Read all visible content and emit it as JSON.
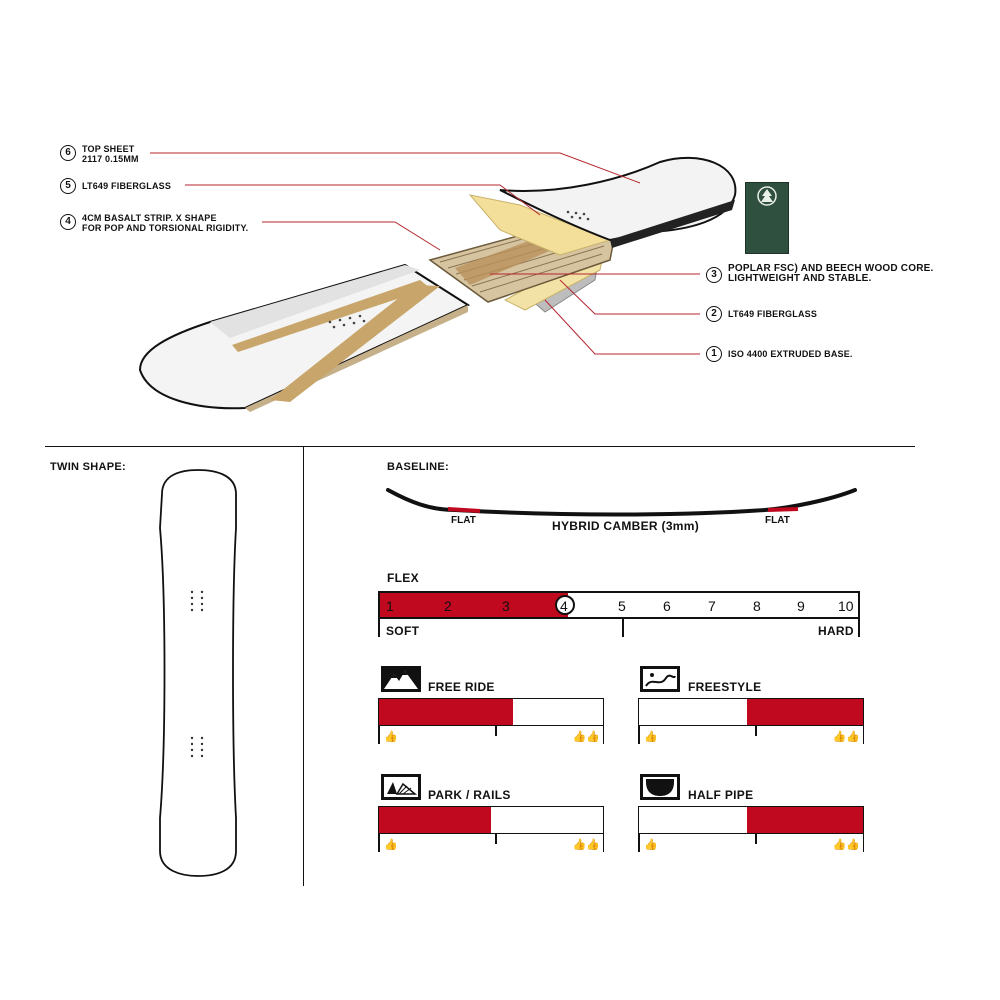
{
  "layers": [
    {
      "num": "6",
      "line1": "TOP SHEET",
      "line2": "2117 0.15MM"
    },
    {
      "num": "5",
      "line1": "LT649 FIBERGLASS",
      "line2": ""
    },
    {
      "num": "4",
      "line1": "4CM BASALT STRIP. X SHAPE",
      "line2": "FOR POP AND TORSIONAL RIGIDITY."
    },
    {
      "num": "3",
      "line1": "POPLAR FSC) AND BEECH WOOD CORE.",
      "line2": "LIGHTWEIGHT AND STABLE."
    },
    {
      "num": "2",
      "line1": "LT649 FIBERGLASS",
      "line2": ""
    },
    {
      "num": "1",
      "line1": "ISO 4400 EXTRUDED BASE.",
      "line2": ""
    }
  ],
  "twin_shape": {
    "title": "TWIN SHAPE:"
  },
  "baseline": {
    "title": "BASELINE:",
    "flat_left": "FLAT",
    "flat_right": "FLAT",
    "camber": "HYBRID CAMBER (3mm)"
  },
  "flex": {
    "title": "FLEX",
    "numbers": [
      "1",
      "2",
      "3",
      "4",
      "5",
      "6",
      "7",
      "8",
      "9",
      "10"
    ],
    "value": 4,
    "soft": "SOFT",
    "hard": "HARD"
  },
  "terrain": [
    {
      "label": "FREE RIDE",
      "icon": "mountains-icon",
      "fill_from": 0.0,
      "fill_to": 0.6
    },
    {
      "label": "FREESTYLE",
      "icon": "freestyle-icon",
      "fill_from": 0.48,
      "fill_to": 1.0
    },
    {
      "label": "PARK / RAILS",
      "icon": "park-rails-icon",
      "fill_from": 0.0,
      "fill_to": 0.5
    },
    {
      "label": "HALF PIPE",
      "icon": "half-pipe-icon",
      "fill_from": 0.48,
      "fill_to": 1.0
    }
  ],
  "colors": {
    "accent": "#c0081f",
    "line": "#b5262f",
    "ink": "#111111"
  }
}
